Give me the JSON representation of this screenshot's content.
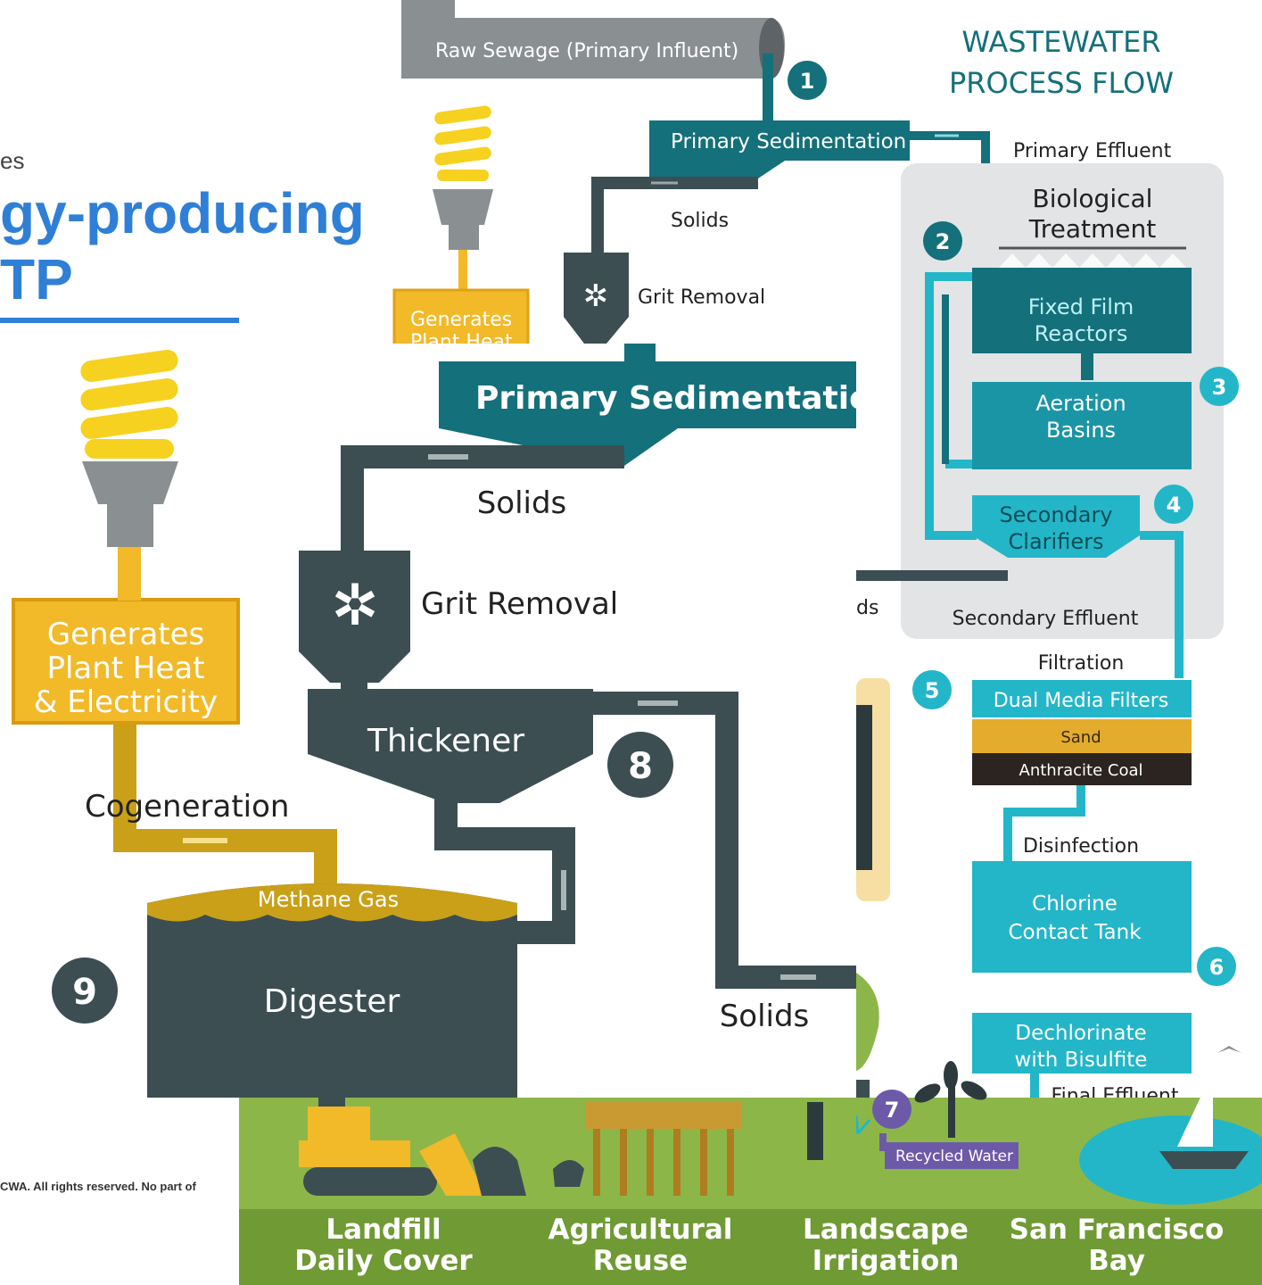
{
  "slide": {
    "subtitle": "es",
    "title_line1": "gy-producing",
    "title_line2": "TP",
    "copyright": "CWA. All rights reserved. No part of"
  },
  "colors": {
    "teal": "#14707a",
    "cyan": "#23b6c8",
    "dark": "#3c4e52",
    "gray": "#8a8f91",
    "yellow": "#f2b929",
    "green": "#8db648",
    "purple": "#6c5aa8",
    "panel": "#e2e4e6"
  },
  "diagram": {
    "title_line1": "WASTEWATER",
    "title_line2": "PROCESS FLOW",
    "raw_sewage": "Raw Sewage (Primary Influent)",
    "primary_sedimentation": "Primary Sedimentation",
    "primary_effluent": "Primary Effluent",
    "solids": "Solids",
    "grit_removal": "Grit Removal",
    "generates_line1": "Generates",
    "generates_line2": "Plant Heat",
    "bio_line1": "Biological",
    "bio_line2": "Treatment",
    "fixed_line1": "Fixed Film",
    "fixed_line2": "Reactors",
    "aeration_line1": "Aeration",
    "aeration_line2": "Basins",
    "secondary_line1": "Secondary",
    "secondary_line2": "Clarifiers",
    "solids_partial": "ds",
    "secondary_effluent": "Secondary Effluent",
    "filtration": "Filtration",
    "dual_media": "Dual Media Filters",
    "sand": "Sand",
    "anthracite": "Anthracite Coal",
    "disinfection": "Disinfection",
    "chlorine_line1": "Chlorine",
    "chlorine_line2": "Contact Tank",
    "dechlor_line1": "Dechlorinate",
    "dechlor_line2": "with Bisulfite",
    "final_effluent": "Final Effluent",
    "recycled_water": "Recycled Water",
    "landfill_line1": "Landfill",
    "landfill_line2": "Daily Cover",
    "agri_line1": "Agricultural",
    "agri_line2": "Reuse",
    "landscape_line1": "Landscape",
    "landscape_line2": "Irrigation",
    "sf_line1": "San Francisco",
    "sf_line2": "Bay",
    "steps": [
      "1",
      "2",
      "3",
      "4",
      "5",
      "6",
      "7"
    ]
  },
  "zoom": {
    "primary_sedimentation": "Primary Sedimentation",
    "solids_top": "Solids",
    "grit_removal": "Grit Removal",
    "thickener": "Thickener",
    "step8": "8",
    "generates_line1": "Generates",
    "generates_line2": "Plant Heat",
    "generates_line3": "& Electricity",
    "cogeneration": "Cogeneration",
    "methane_gas": "Methane Gas",
    "digester": "Digester",
    "step9": "9",
    "solids_bottom": "Solids"
  }
}
